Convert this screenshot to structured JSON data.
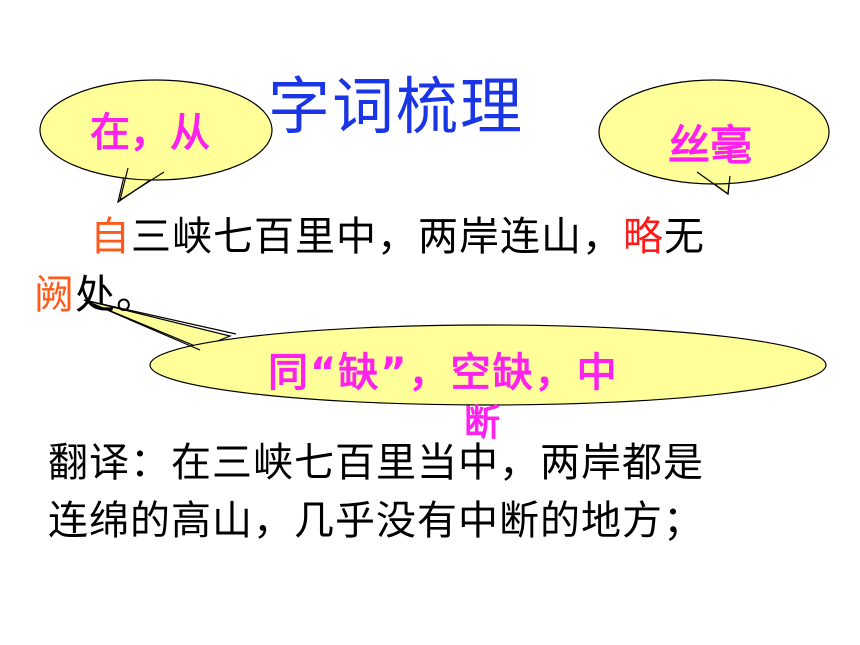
{
  "title": "字词梳理",
  "callouts": {
    "zi": "在，从",
    "lue": "丝毫",
    "que_line1": "同“缺”，空缺，中",
    "que_line2": "断"
  },
  "passage": {
    "char_zi": "自",
    "line1_mid": "三峡七百里中，两岸连山，",
    "char_lue": "略",
    "line1_end": "无",
    "char_que": "阙",
    "line2_end": "处。"
  },
  "translation": {
    "line1": "翻译：在三峡七百里当中，两岸都是",
    "line2": "连绵的高山，几乎没有中断的地方；"
  },
  "colors": {
    "title": "#1a35e6",
    "bubble_fill": "#ffff99",
    "bubble_text": "#ff22ee",
    "highlight_red": "#ff1a1a",
    "highlight_orange": "#ff5a1a"
  }
}
